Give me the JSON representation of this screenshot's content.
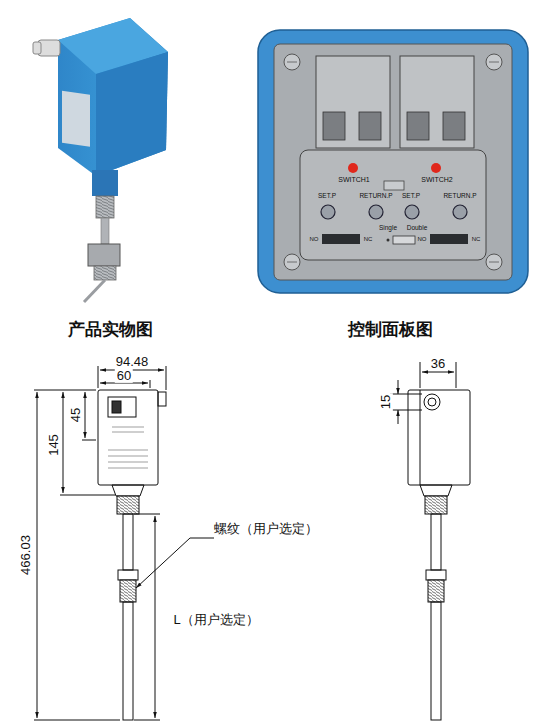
{
  "diagram": {
    "labels": [
      "产品实物图",
      "控制面板图",
      "SWITCH1",
      "SWITCH2",
      "SET.P",
      "RETURN.P",
      "SET.P",
      "RETURN.P",
      "Single",
      "Double",
      "NO",
      "NC",
      "NO",
      "NC",
      "94.48",
      "60",
      "45",
      "145",
      "466.03",
      "螺纹（用户选定）",
      "L（用户选定）",
      "36",
      "15"
    ]
  }
}
